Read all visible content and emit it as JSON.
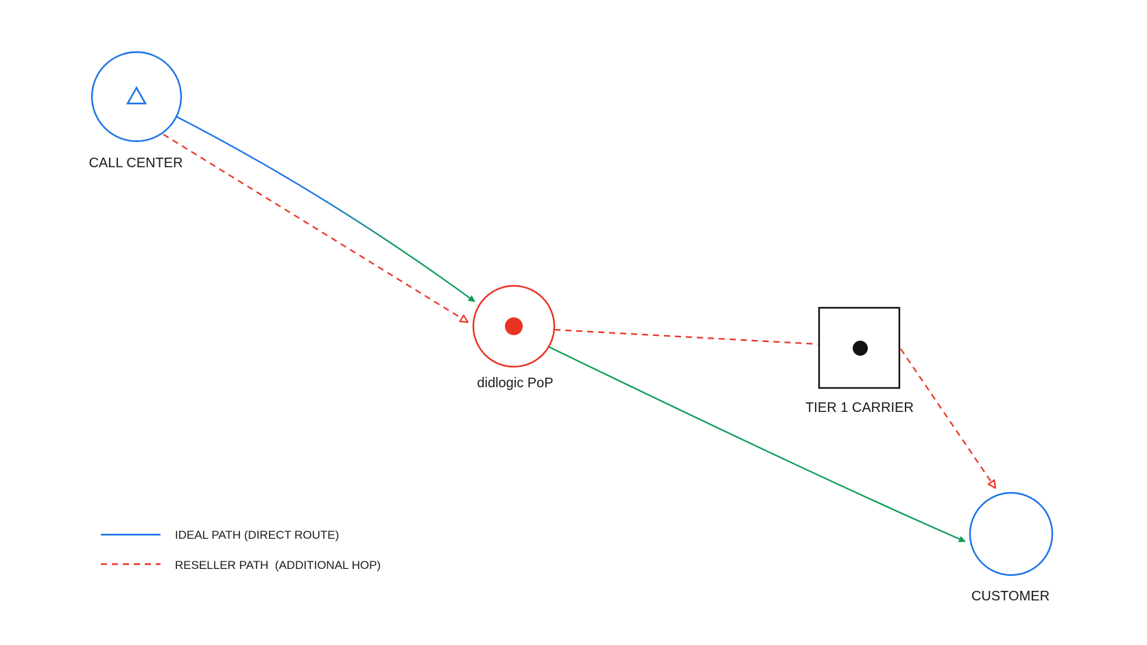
{
  "nodes": {
    "call_center": {
      "label": "CALL CENTER"
    },
    "pop": {
      "label": "didlogic PoP"
    },
    "carrier": {
      "label": "TIER 1 CARRIER"
    },
    "customer": {
      "label": "CUSTOMER"
    }
  },
  "legend": {
    "ideal": "IDEAL PATH (DIRECT ROUTE)",
    "reseller": "RESELLER PATH  (ADDITIONAL HOP)"
  },
  "colors": {
    "blue": "#1a73e8",
    "green": "#0f9d58",
    "red": "#ea3323",
    "black": "#111111"
  }
}
